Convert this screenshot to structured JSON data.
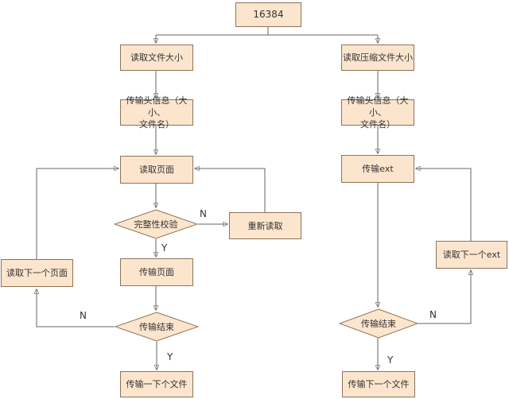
{
  "nodes": {
    "root": "16384",
    "read_file_size": "读取文件大小",
    "send_header_left": "传输头信息（大小、\n文件名）",
    "read_page": "读取页面",
    "integrity_check": "完整性校验",
    "reread": "重新读取",
    "send_page": "传输页面",
    "transfer_end_left": "传输结束",
    "read_next_page": "读取下一个页面",
    "send_next_file_left": "传输一下个文件",
    "read_zip_size": "读取压缩文件大小",
    "send_header_right": "传输头信息（大小、\n文件名）",
    "send_ext": "传输ext",
    "read_next_ext": "读取下一个ext",
    "transfer_end_right": "传输结束",
    "send_next_file_right": "传输下一个文件"
  },
  "labels": {
    "integrity_n": "N",
    "integrity_y": "Y",
    "left_end_n": "N",
    "left_end_y": "Y",
    "right_end_n": "N",
    "right_end_y": "Y"
  },
  "colors": {
    "node_fill": "#fce5cd",
    "node_border": "#8d7358",
    "line_color": "#666666",
    "arrow_color": "#333333",
    "text_color": "#333333",
    "bg": "#ffffff"
  }
}
